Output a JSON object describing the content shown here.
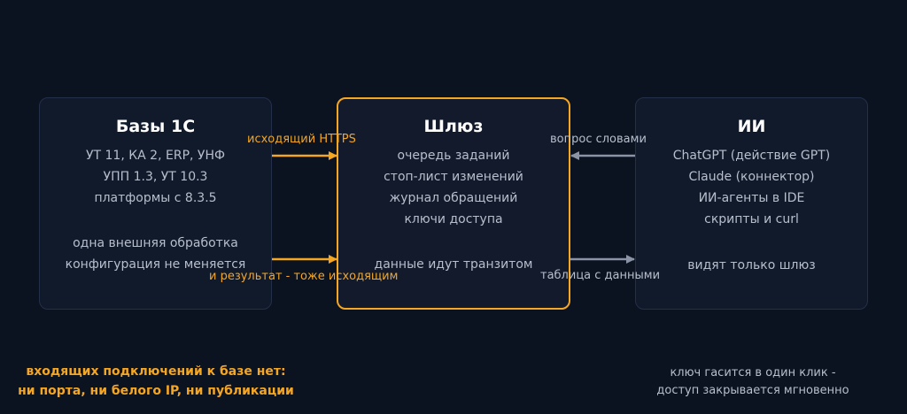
{
  "boxes": {
    "bases": {
      "title": "Базы 1С",
      "lines": [
        "УТ 11, КА 2, ERP, УНФ",
        "УПП 1.3, УТ 10.3",
        "платформы с 8.3.5"
      ],
      "footer": [
        "одна внешняя обработка",
        "конфигурация не меняется"
      ]
    },
    "gateway": {
      "title": "Шлюз",
      "lines": [
        "очередь заданий",
        "стоп-лист изменений",
        "журнал обращений",
        "ключи доступа"
      ],
      "footer": [
        "данные идут транзитом"
      ]
    },
    "ai": {
      "title": "ИИ",
      "lines": [
        "ChatGPT (действие GPT)",
        "Claude (коннектор)",
        "ИИ-агенты в IDE",
        "скрипты и curl"
      ],
      "footer": [
        "видят только шлюз"
      ]
    }
  },
  "arrows": {
    "outgoing_https": "исходящий HTTPS",
    "result_outgoing": "и результат - тоже исходящим",
    "question_words": "вопрос словами",
    "table_data": "таблица с данными"
  },
  "notes": {
    "left": [
      "входящих подключений к базе нет:",
      "ни порта, ни белого IP, ни публикации"
    ],
    "right": [
      "ключ гасится в один клик -",
      "доступ закрывается мгновенно"
    ]
  },
  "colors": {
    "background": "#0b1220",
    "box_fill": "#111a2b",
    "box_border": "#243049",
    "accent": "#f5a623",
    "muted_text": "#b7bfcc",
    "grey_arrow": "#8a94a6"
  }
}
